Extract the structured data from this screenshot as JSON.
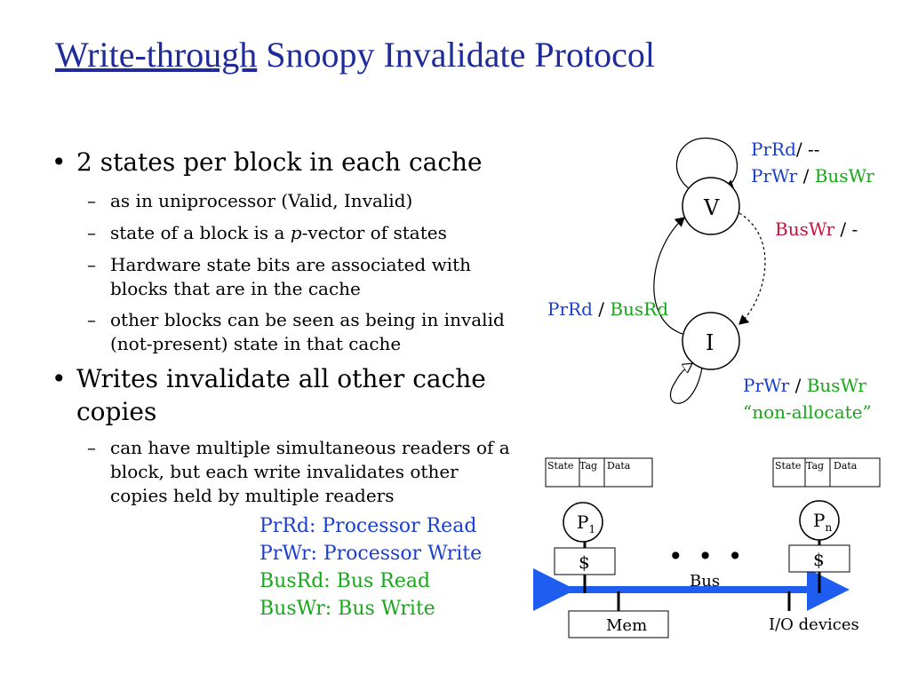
{
  "title": {
    "underlined": "Write-through",
    "rest": "Snoopy Invalidate Protocol"
  },
  "bullets": [
    {
      "text": "2 states per block in each cache",
      "subs": [
        [
          "as in uniprocessor (Valid, Invalid)"
        ],
        [
          "state of a block is a ",
          "p",
          "-vector of states"
        ],
        [
          "Hardware state bits are associated with",
          "blocks that are in the cache"
        ],
        [
          "other blocks can be seen as being in invalid",
          "(not-present) state in that cache"
        ]
      ]
    },
    {
      "text": [
        "Writes invalidate all other cache",
        "copies"
      ],
      "subs": [
        [
          "can have multiple simultaneous readers of a",
          "block, but each write invalidates   other",
          "copies held by multiple readers"
        ]
      ]
    }
  ],
  "bullet_symbol": "•",
  "dash_symbol": "–",
  "legend": [
    {
      "text": "PrRd: Processor Read",
      "color": "#1a3fd0"
    },
    {
      "text": "PrWr: Processor Write",
      "color": "#1a3fd0"
    },
    {
      "text": "BusRd: Bus Read",
      "color": "#17a81a"
    },
    {
      "text": "BusWr: Bus Write",
      "color": "#17a81a"
    }
  ],
  "state_diagram": {
    "state_v": "V",
    "state_i": "I",
    "v_self_loop": {
      "a": "PrRd",
      "a_tail": "/ --",
      "b": "PrWr",
      "sep": " / ",
      "c": "BusWr"
    },
    "v_to_i": {
      "a": "BusWr",
      "tail": " / -"
    },
    "i_to_v": {
      "a": "PrRd",
      "sep": " / ",
      "b": "BusRd"
    },
    "i_self_loop": {
      "a": "PrWr",
      "sep": " / ",
      "b": "BusWr",
      "note": "“non-allocate”"
    }
  },
  "system": {
    "table_headers": [
      "State",
      "Tag",
      "Data"
    ],
    "proc_left": "P",
    "proc_left_sub": "1",
    "proc_right": "P",
    "proc_right_sub": "n",
    "cache": "$",
    "dots": "• • •",
    "bus": "Bus",
    "mem": "Mem",
    "io": "I/O devices"
  },
  "colors": {
    "title": "#1f2b9a",
    "pr": "#1a3fd0",
    "bus": "#17a81a",
    "buswr_invalidate": "#d0103c",
    "bus_line": "#1f5cf0"
  }
}
